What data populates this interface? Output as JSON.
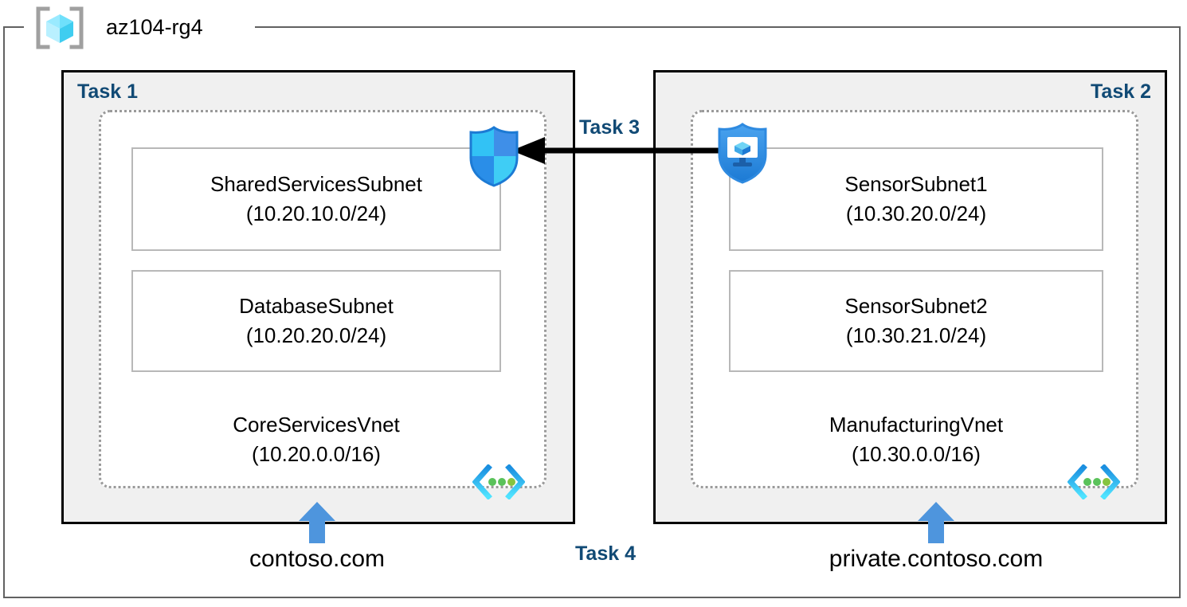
{
  "resource_group": {
    "name": "az104-rg4",
    "icon": "azure-resource-group-cube-icon"
  },
  "tasks": {
    "task1_label": "Task 1",
    "task2_label": "Task 2",
    "task3_label": "Task 3",
    "task4_label": "Task 4"
  },
  "vnets": [
    {
      "task_label": "Task 1",
      "name": "CoreServicesVnet",
      "cidr": "(10.20.0.0/16)",
      "icon": "virtual-network-icon",
      "subnets": [
        {
          "name": "SharedServicesSubnet",
          "cidr": "(10.20.10.0/24)"
        },
        {
          "name": "DatabaseSubnet",
          "cidr": "(10.20.20.0/24)"
        }
      ],
      "dns_zone": "contoso.com"
    },
    {
      "task_label": "Task 2",
      "name": "ManufacturingVnet",
      "cidr": "(10.30.0.0/16)",
      "icon": "virtual-network-icon",
      "subnets": [
        {
          "name": "SensorSubnet1",
          "cidr": "(10.30.20.0/24)"
        },
        {
          "name": "SensorSubnet2",
          "cidr": "(10.30.21.0/24)"
        }
      ],
      "dns_zone": "private.contoso.com"
    }
  ],
  "icons": {
    "firewall": "shield-icon",
    "private_link": "shield-monitor-icon",
    "peering_arrow": "left-arrow-icon",
    "dns_arrow": "up-arrow-icon"
  },
  "colors": {
    "task_label": "#114a75",
    "box_fill": "#f0f0f0",
    "box_border": "#000000",
    "vnet_border": "#9a9a9a",
    "subnet_border": "#b8b8b8",
    "rg_border": "#616161",
    "dns_arrow": "#4e95dd",
    "azure_blue": "#0078d4",
    "azure_cyan": "#50e6ff",
    "vnet_dot_green": "#5ac25a"
  }
}
